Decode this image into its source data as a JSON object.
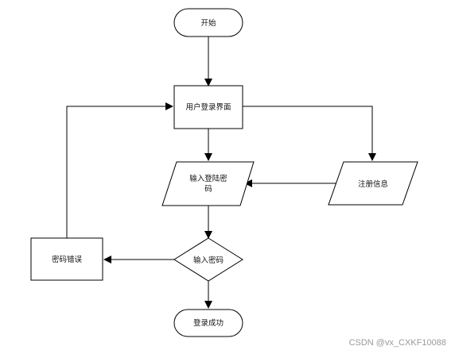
{
  "diagram": {
    "nodes": {
      "start": "开始",
      "login_page": "用户登录界面",
      "input_credentials_line1": "输入登陆密",
      "input_credentials_line2": "码",
      "register_info": "注册信息",
      "input_password_decision": "输入密码",
      "password_error": "密码错误",
      "login_success": "登录成功"
    },
    "edges": [
      {
        "from": "start",
        "to": "login_page"
      },
      {
        "from": "login_page",
        "to": "input_credentials"
      },
      {
        "from": "login_page",
        "to": "register_info"
      },
      {
        "from": "register_info",
        "to": "input_credentials"
      },
      {
        "from": "input_credentials",
        "to": "input_password_decision"
      },
      {
        "from": "input_password_decision",
        "to": "password_error"
      },
      {
        "from": "input_password_decision",
        "to": "login_success"
      },
      {
        "from": "password_error",
        "to": "login_page"
      }
    ]
  },
  "watermark": "CSDN @vx_CXKF10088",
  "colors": {
    "stroke": "#000000",
    "text": "#111111",
    "watermark": "#9a9a9a"
  }
}
